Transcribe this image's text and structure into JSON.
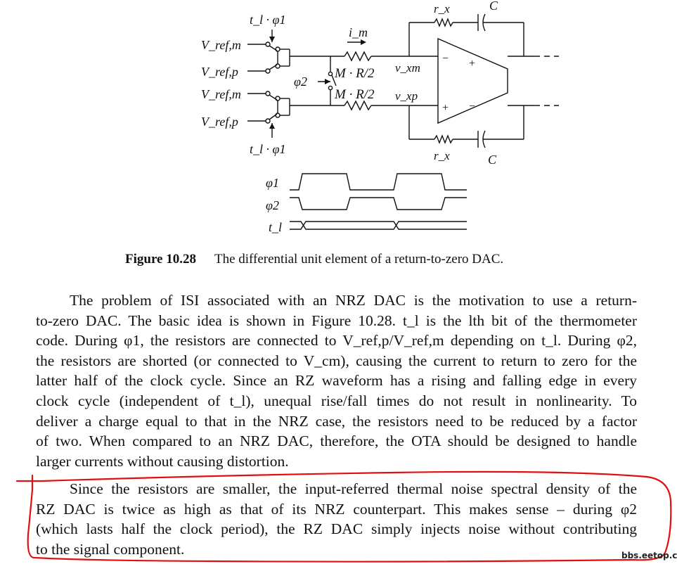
{
  "figure": {
    "labels": {
      "tl_phi1_top": "t_l · φ1",
      "tl_phi1_bottom": "t_l · φ1",
      "vref_m1": "V_ref,m",
      "vref_p1": "V_ref,p",
      "vref_m2": "V_ref,m",
      "vref_p2": "V_ref,p",
      "phi2": "φ2",
      "im": "i_m",
      "r_top": "M · R/2",
      "r_bot": "M · R/2",
      "vxm": "v_xm",
      "vxp": "v_xp",
      "rx_top": "r_x",
      "rx_bot": "r_x",
      "c_top": "C",
      "c_bot": "C",
      "minus_in": "−",
      "plus_in": "+",
      "plus_out": "+",
      "minus_out": "−"
    },
    "timing": {
      "signals": [
        "φ1",
        "φ2",
        "t_l"
      ]
    }
  },
  "caption": {
    "number": "Figure 10.28",
    "text": "The differential unit element of a return-to-zero DAC."
  },
  "paragraph1": [
    "The problem of ISI associated with an NRZ DAC is the motivation to use a return-",
    "to-zero DAC. The basic idea is shown in Figure 10.28. t_l is the lth bit of the thermometer",
    "code. During φ1, the resistors are connected to V_ref,p/V_ref,m depending on t_l. During φ2,",
    "the resistors are shorted (or connected to V_cm), causing the current to return to zero for the",
    "latter half of the clock cycle. Since an RZ waveform has a rising and falling edge in every",
    "clock cycle (independent of t_l), unequal rise/fall times do not result in nonlinearity. To",
    "deliver a charge equal to that in the NRZ case, the resistors need to be reduced by a factor",
    "of two. When compared to an NRZ DAC, therefore, the OTA should be designed to handle",
    "larger currents without causing distortion."
  ],
  "paragraph2": [
    "Since the resistors are smaller, the input-referred thermal noise spectral density of the",
    "RZ DAC is twice as high as that of its NRZ counterpart. This makes sense – during φ2",
    "(which lasts half the clock period), the RZ DAC simply injects noise without contributing",
    "to the signal component."
  ],
  "watermark": "bbs.eetop.cn",
  "colors": {
    "annotation": "#e01010",
    "ink": "#111111"
  }
}
